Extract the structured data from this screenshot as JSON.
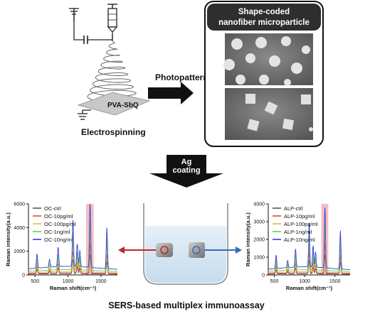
{
  "labels": {
    "electrospinning": "Electrospinning",
    "substrate": "PVA-SbQ",
    "photopatterning": "Photopatterning",
    "panel_title_line1": "Shape-coded",
    "panel_title_line2": "nanofiber microparticle",
    "coating_line1": "Ag",
    "coating_line2": "coating",
    "bottom_caption": "SERS-based multiplex immunoassay"
  },
  "colors": {
    "arrow_black": "#111111",
    "arrow_red": "#c0242c",
    "arrow_blue": "#2f6fb3",
    "highlight_band": "#f2a8b2",
    "tem_dark": "#6f6f6f",
    "tem_light": "#d9d9d9",
    "vial_liquid": "#d4e7f4"
  },
  "chart_data": [
    {
      "type": "line",
      "name": "OC spectra",
      "xlabel": "Raman shift(cm⁻¹)",
      "ylabel": "Raman intensity(a.u.)",
      "xlim": [
        400,
        1750
      ],
      "ylim": [
        0,
        6000
      ],
      "xticks": [
        "500",
        "1000",
        "1500"
      ],
      "yticks": [
        "0",
        "2000",
        "4000",
        "6000"
      ],
      "legend_position": "top-left",
      "highlight_band": [
        1275,
        1390
      ],
      "peaks": [
        {
          "x": 530,
          "rel": 0.22
        },
        {
          "x": 720,
          "rel": 0.12
        },
        {
          "x": 850,
          "rel": 0.3
        },
        {
          "x": 1075,
          "rel": 0.7
        },
        {
          "x": 1140,
          "rel": 0.35
        },
        {
          "x": 1180,
          "rel": 0.25
        },
        {
          "x": 1335,
          "rel": 1.0
        },
        {
          "x": 1590,
          "rel": 0.62
        }
      ],
      "series": [
        {
          "name": "OC-ctrl",
          "color": "#555555",
          "peak_intensity": 1700
        },
        {
          "name": "OC-10pg/ml",
          "color": "#e0483c",
          "peak_intensity": 2600
        },
        {
          "name": "OC-100pg/ml",
          "color": "#f0b040",
          "peak_intensity": 3600
        },
        {
          "name": "OC-1ng/ml",
          "color": "#5fcf5f",
          "peak_intensity": 4500
        },
        {
          "name": "OC-10ng/ml",
          "color": "#3340d8",
          "peak_intensity": 5600
        }
      ]
    },
    {
      "type": "line",
      "name": "ALP spectra",
      "xlabel": "Raman shift(cm⁻¹)",
      "ylabel": "Raman intensity(a.u.)",
      "xlim": [
        400,
        1750
      ],
      "ylim": [
        0,
        4000
      ],
      "xticks": [
        "500",
        "1000",
        "1500"
      ],
      "yticks": [
        "0",
        "1000",
        "2000",
        "3000",
        "4000"
      ],
      "legend_position": "top-left",
      "highlight_band": [
        1275,
        1390
      ],
      "peaks": [
        {
          "x": 530,
          "rel": 0.22
        },
        {
          "x": 720,
          "rel": 0.12
        },
        {
          "x": 850,
          "rel": 0.3
        },
        {
          "x": 1075,
          "rel": 0.7
        },
        {
          "x": 1140,
          "rel": 0.35
        },
        {
          "x": 1180,
          "rel": 0.25
        },
        {
          "x": 1335,
          "rel": 1.0
        },
        {
          "x": 1590,
          "rel": 0.62
        }
      ],
      "series": [
        {
          "name": "ALP-ctrl",
          "color": "#555555",
          "peak_intensity": 1100
        },
        {
          "name": "ALP-10pg/ml",
          "color": "#e0483c",
          "peak_intensity": 1700
        },
        {
          "name": "ALP-100pg/ml",
          "color": "#f0b040",
          "peak_intensity": 2300
        },
        {
          "name": "ALP-1ng/ml",
          "color": "#5fcf5f",
          "peak_intensity": 2900
        },
        {
          "name": "ALP-10ng/ml",
          "color": "#3340d8",
          "peak_intensity": 3500
        }
      ]
    }
  ]
}
